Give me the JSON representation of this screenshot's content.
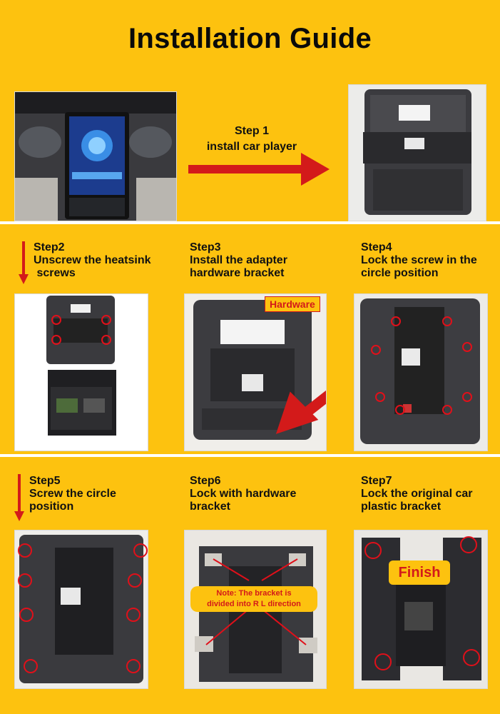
{
  "title": "Installation Guide",
  "step1": {
    "label": "Step 1",
    "text": "install car player"
  },
  "step2": {
    "label": "Step2",
    "line1": "Unscrew the heatsink",
    "line2": " screws"
  },
  "step3": {
    "label": "Step3",
    "line1": "Install the adapter",
    "line2": "hardware bracket",
    "callout": "Hardware"
  },
  "step4": {
    "label": "Step4",
    "line1": "Lock the screw in the",
    "line2": "circle position"
  },
  "step5": {
    "label": "Step5",
    "line1": "Screw the circle",
    "line2": "position"
  },
  "step6": {
    "label": "Step6",
    "line1": "Lock with hardware",
    "line2": "bracket",
    "note1": "Note: The bracket is",
    "note2": "divided into R L direction"
  },
  "step7": {
    "label": "Step7",
    "line1": "Lock the original car",
    "line2": "plastic bracket",
    "badge": "Finish"
  },
  "colors": {
    "background": "#FDC20F",
    "arrow": "#D31A1A",
    "circle": "#E0101A",
    "divider": "#FFFFFF"
  }
}
